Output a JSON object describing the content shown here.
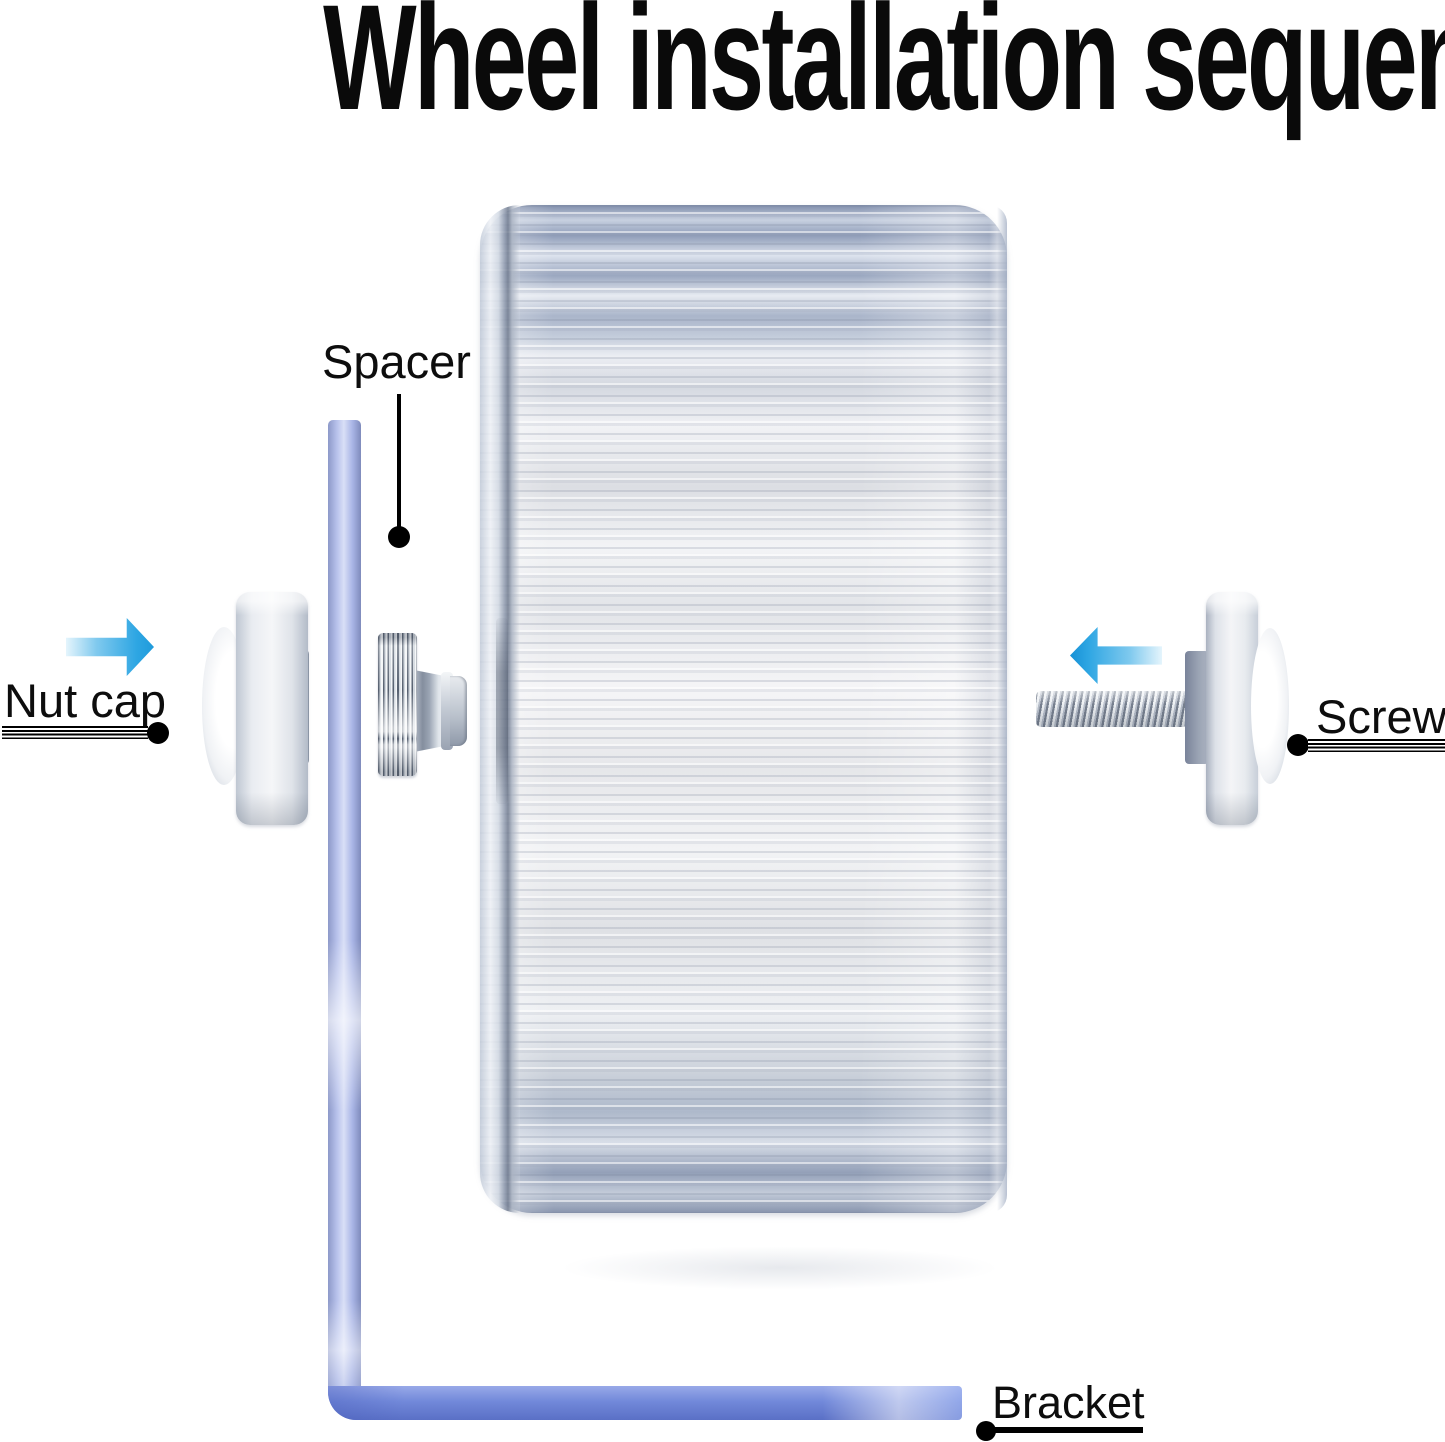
{
  "title": "Wheel installation sequence",
  "diagram": {
    "background": "#ffffff",
    "labels": {
      "nut_cap": "Nut cap",
      "spacer": "Spacer",
      "screw": "Screw",
      "bracket": "Bracket"
    },
    "parts": [
      {
        "name": "wheel",
        "description": "large ribbed wheel drum, side view, center of image"
      },
      {
        "name": "spacer-plate",
        "description": "thin vertical blue plate left of wheel"
      },
      {
        "name": "bracket",
        "description": "L-shaped blue mounting bracket running down and along the bottom"
      },
      {
        "name": "nut-cap",
        "description": "domed nut cap on far left, inserted toward wheel"
      },
      {
        "name": "knurled-nut",
        "description": "knurled thumb nut at wheel hub"
      },
      {
        "name": "screw",
        "description": "threaded screw with domed head on right, inserted toward wheel"
      }
    ],
    "arrows": [
      {
        "name": "insert-direction-left-arrow",
        "direction": "right"
      },
      {
        "name": "insert-direction-right-arrow",
        "direction": "left"
      }
    ],
    "colors": {
      "arrow_blue": "#2aa6e2",
      "bracket_blue": "#7289da",
      "spacer_blue": "#aab5e6",
      "metal_light": "#f2f4f6",
      "metal_mid": "#c5ccd6",
      "metal_dark": "#8d97a7",
      "label_text": "#0d0d0d"
    }
  }
}
